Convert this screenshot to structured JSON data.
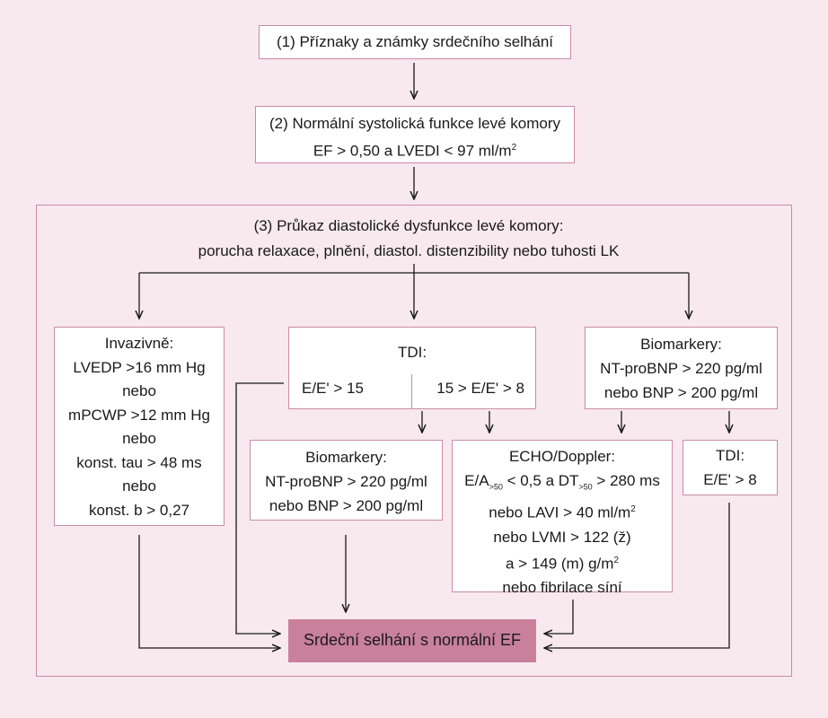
{
  "box1": {
    "text": "(1) Příznaky a známky srdečního selhání"
  },
  "box2": {
    "line1": "(2) Normální systolická funkce levé komory",
    "line2_prefix": "EF > 0,50 a LVEDI < 97 ml/m",
    "line2_sup": "2"
  },
  "section3": {
    "line1": "(3) Průkaz diastolické dysfunkce levé komory:",
    "line2": "porucha relaxace, plnění, diastol. distenzibility nebo tuhosti LK"
  },
  "invasive": {
    "lines": [
      "Invazivně:",
      "LVEDP >16 mm Hg",
      "nebo",
      "mPCWP >12 mm Hg",
      "nebo",
      "konst. tau > 48 ms",
      "nebo",
      "konst. b > 0,27"
    ]
  },
  "tdi_top": {
    "title": "TDI:",
    "left": "E/E' > 15",
    "right": "15 > E/E' > 8"
  },
  "biomarkers_right": {
    "lines": [
      "Biomarkery:",
      "NT-proBNP > 220 pg/ml",
      "nebo BNP > 200 pg/ml"
    ]
  },
  "biomarkers_mid": {
    "lines": [
      "Biomarkery:",
      "NT-proBNP > 220 pg/ml",
      "nebo BNP > 200 pg/ml"
    ]
  },
  "echo": {
    "title": "ECHO/Doppler:",
    "l1_a": "E/A",
    "l1_sub1": ">50",
    "l1_b": " < 0,5 a DT",
    "l1_sub2": ">50",
    "l1_c": " > 280 ms",
    "l2_prefix": "nebo LAVI > 40 ml/m",
    "l2_sup": "2",
    "l3": "nebo LVMI > 122 (ž)",
    "l4_prefix": "a > 149 (m) g/m",
    "l4_sup": "2",
    "l5": "nebo fibrilace síní"
  },
  "tdi_small": {
    "lines": [
      "TDI:",
      "E/E' > 8"
    ]
  },
  "result": {
    "text": "Srdeční selhání s normální EF"
  },
  "colors": {
    "background": "#f7e9ee",
    "border": "#c98ca6",
    "result_fill": "#c9809b"
  }
}
